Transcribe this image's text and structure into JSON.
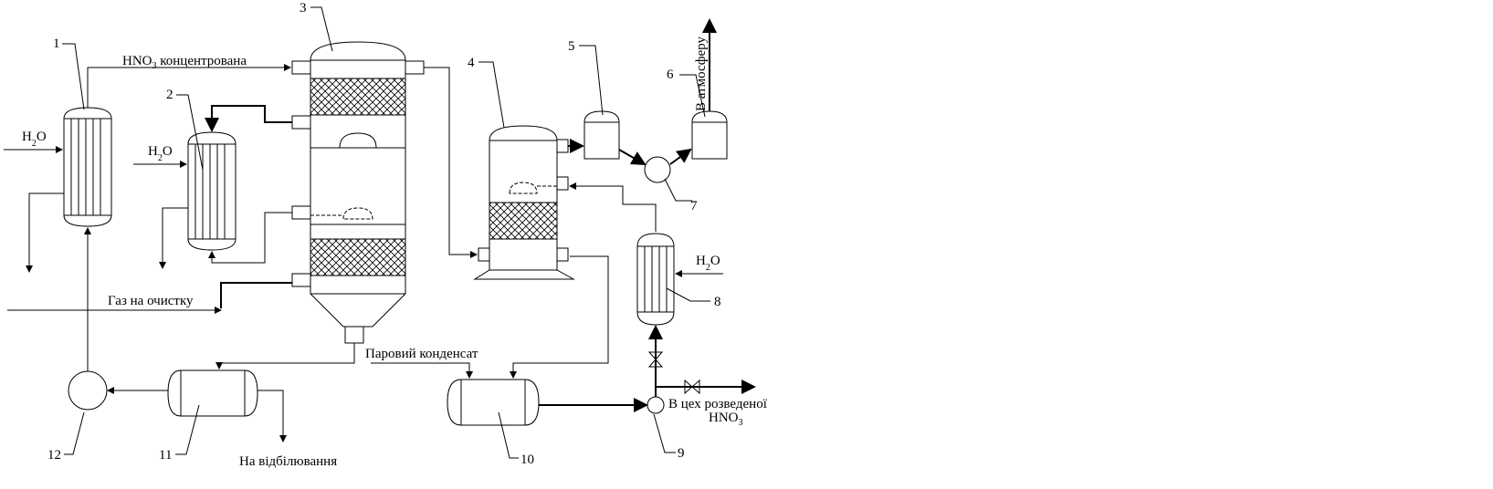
{
  "labels": {
    "hno3_conc_prefix": "HNO",
    "hno3_conc_sub": "3",
    "hno3_conc_suffix": " концентрована",
    "h2o_main": "H",
    "h2o_sub": "2",
    "h2o_o": "O",
    "gas_cleaning": "Газ на очистку",
    "steam_condensate": "Паровий конденсат",
    "to_bleaching": "На відбілювання",
    "to_atmosphere": "В атмосферу",
    "dilute_line1": "В цех розведеної",
    "dilute_line2_prefix": "HNO",
    "dilute_line2_sub": "3"
  },
  "numbers": [
    "1",
    "2",
    "3",
    "4",
    "5",
    "6",
    "7",
    "8",
    "9",
    "10",
    "11",
    "12"
  ]
}
